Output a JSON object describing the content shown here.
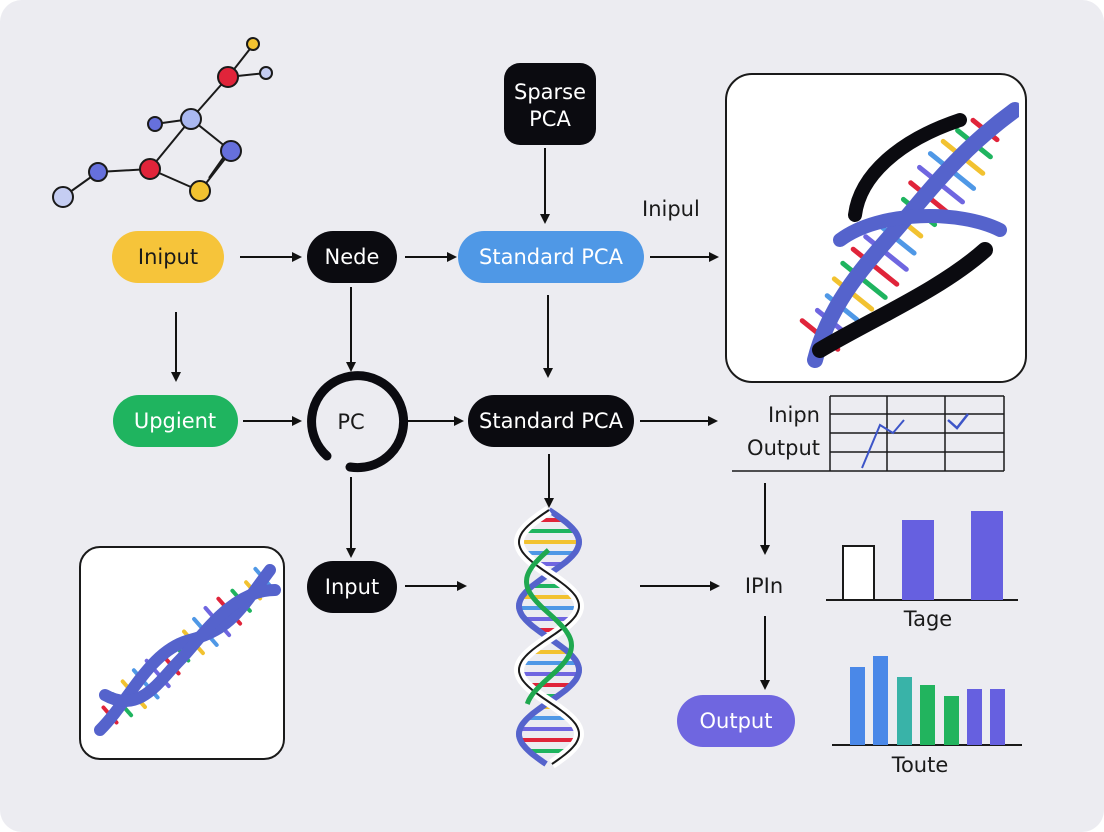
{
  "nodes": {
    "sparse_pca": {
      "line1": "Sparse",
      "line2": "PCA"
    },
    "input_top": "Iniput",
    "nede": "Nede",
    "standard_pca_top": "Standard PCA",
    "inipul": "Inipul",
    "upgient": "Upgient",
    "pc": "PC",
    "standard_pca_mid": "Standard PCA",
    "input_bottom": "Input",
    "ipin": "IPIn",
    "output": "Output"
  },
  "table": {
    "row1": "Inipn",
    "row2": "Output"
  },
  "charts": [
    {
      "label": "Tage",
      "type": "bar"
    },
    {
      "label": "Toute",
      "type": "bar"
    }
  ],
  "colors": {
    "background": "#ececf1",
    "black_node": "#0b0b10",
    "yellow_node": "#f6c43a",
    "blue_node": "#4f98e6",
    "green_node": "#1fb45f",
    "purple_node": "#6f66e0",
    "dna_blue": "#5563cc",
    "molecule_red": "#e0243a",
    "molecule_blue": "#6670dc",
    "molecule_yellow": "#f2c230"
  },
  "icons": [
    "molecule-icon",
    "dna-helix-icon",
    "checkmark-icon"
  ]
}
